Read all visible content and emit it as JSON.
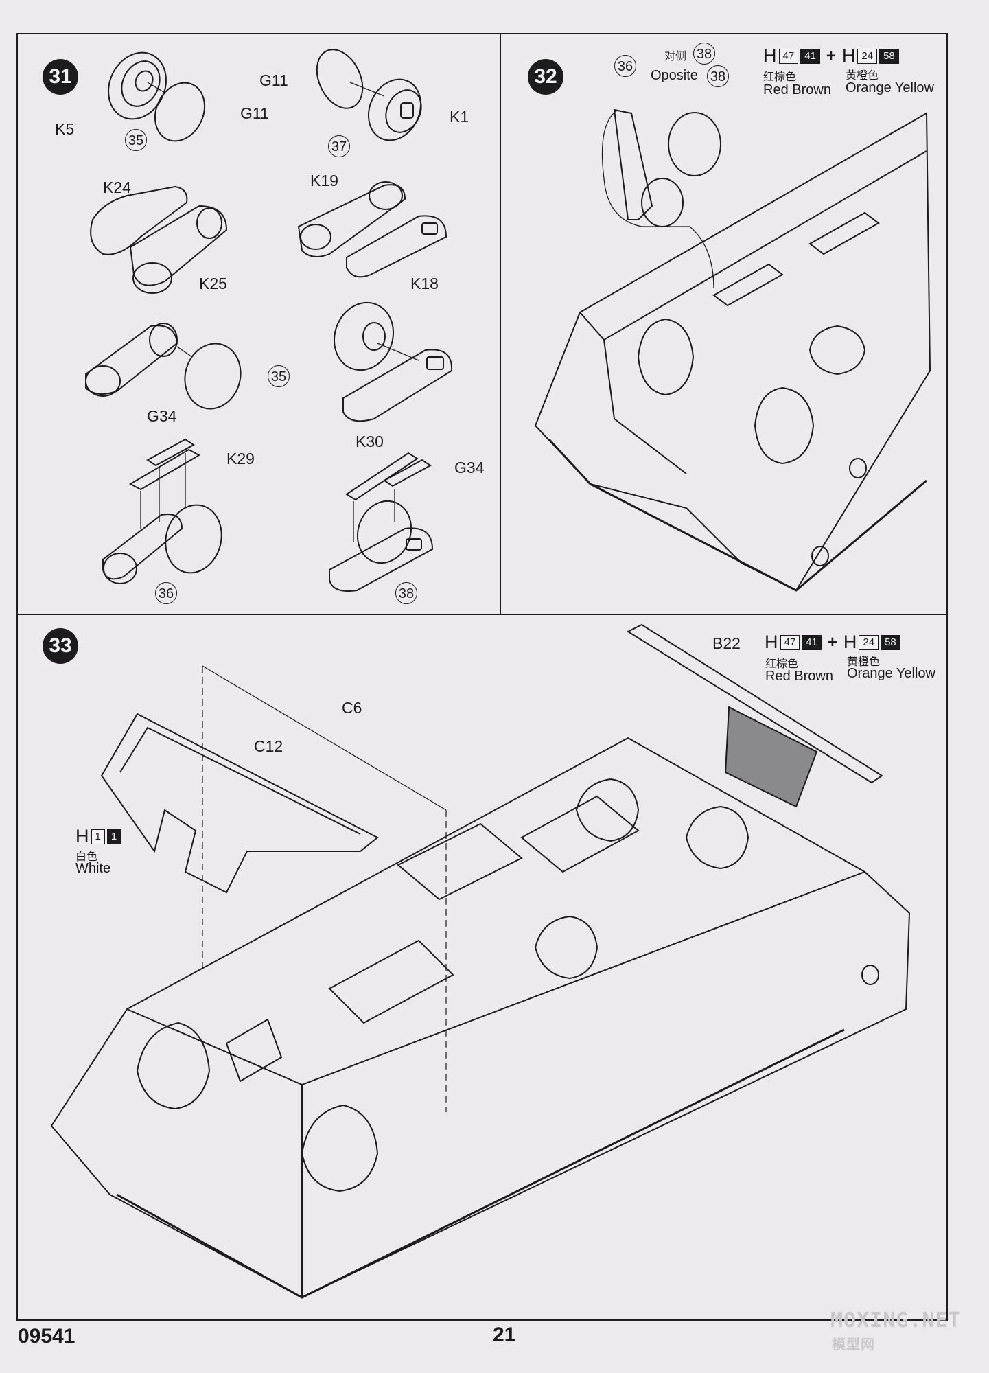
{
  "steps": {
    "s31": "31",
    "s32": "32",
    "s33": "33"
  },
  "step31": {
    "k5": "K5",
    "g11_a": "G11",
    "c35_a": "35",
    "g11_b": "G11",
    "k1": "K1",
    "c37": "37",
    "k24": "K24",
    "k25": "K25",
    "k19": "K19",
    "k18": "K18",
    "c35_b": "35",
    "g34_a": "G34",
    "k29": "K29",
    "c36": "36",
    "k30": "K30",
    "g34_b": "G34",
    "c38": "38"
  },
  "step32": {
    "c36": "36",
    "opposite_cn": "对侧",
    "c38_a": "38",
    "opposite_en": "Oposite",
    "c38_b": "38"
  },
  "step33": {
    "b22": "B22",
    "c6": "C6",
    "c12": "C12"
  },
  "paint_a": {
    "h1": "H",
    "code1a": "47",
    "code1b": "41",
    "plus": "+",
    "h2": "H",
    "code2a": "24",
    "code2b": "58",
    "cn1": "红棕色",
    "en1": "Red Brown",
    "cn2": "黄橙色",
    "en2": "Orange Yellow"
  },
  "paint_b": {
    "h1": "H",
    "code1a": "47",
    "code1b": "41",
    "plus": "+",
    "h2": "H",
    "code2a": "24",
    "code2b": "58",
    "cn1": "红棕色",
    "en1": "Red Brown",
    "cn2": "黄橙色",
    "en2": "Orange Yellow"
  },
  "paint_white": {
    "h": "H",
    "code_a": "1",
    "code_b": "1",
    "cn": "白色",
    "en": "White"
  },
  "footer": {
    "kit_number": "09541",
    "page_number": "21",
    "watermark_en": "MOXING.NET",
    "watermark_cn": "模型网"
  },
  "colors": {
    "paper": "#eceaee",
    "ink": "#1b1b1d",
    "panel_fill": "#8a898d"
  }
}
